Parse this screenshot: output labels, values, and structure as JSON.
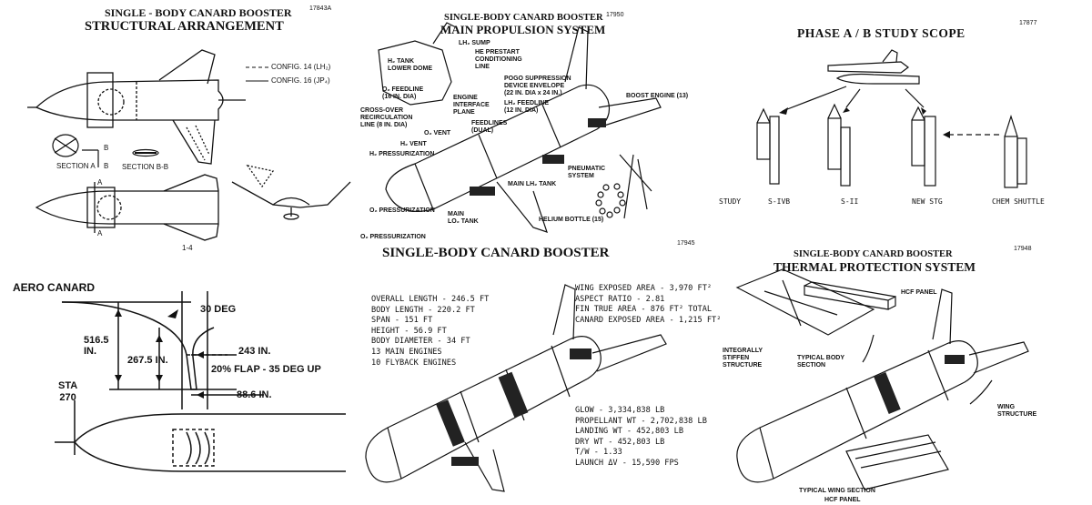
{
  "p1": {
    "title1": "SINGLE - BODY CANARD BOOSTER",
    "title2": "STRUCTURAL ARRANGEMENT",
    "code": "17843A",
    "legend_dashed": "CONFIG. 14 (LH₂)",
    "legend_solid": "CONFIG. 16 (JP₄)",
    "section_a": "SECTION A",
    "section_bb": "SECTION B-B",
    "mark_b": "B",
    "mark_a": "A",
    "page_num": "1-4"
  },
  "p2": {
    "title1": "SINGLE-BODY CANARD BOOSTER",
    "title2": "MAIN PROPULSION SYSTEM",
    "code": "17950",
    "labels": {
      "lh2_sump": "LH₂ SUMP",
      "he_prestart": "HE PRESTART\nCONDITIONING\nLINE",
      "h2_tank_lower_dome": "H₂ TANK\nLOWER DOME",
      "o2_feedline": "O₂ FEEDLINE\n(16 IN. DIA)",
      "pogo": "POGO SUPPRESSION\nDEVICE ENVELOPE\n(22 IN. DIA x 24 IN.)",
      "engine_interface": "ENGINE\nINTERFACE\nPLANE",
      "lh2_feedline": "LH₂ FEEDLINE\n(12 IN. DIA)",
      "crossover": "CROSS-OVER\nRECIRCULATION\nLINE (8 IN. DIA)",
      "boost_engine": "BOOST ENGINE (13)",
      "feedlines_dual": "FEEDLINES\n(DUAL)",
      "o2_vent": "O₂ VENT",
      "h2_vent": "H₂ VENT",
      "h2_press": "H₂ PRESSURIZATION",
      "pneumatic": "PNEUMATIC\nSYSTEM",
      "main_lh2": "MAIN LH₂ TANK",
      "main_lo2": "MAIN\nLO₂ TANK",
      "o2_press_mid": "O₂ PRESSURIZATION",
      "helium": "HELIUM BOTTLE (15)",
      "o2_press_bottom": "O₂ PRESSURIZATION"
    }
  },
  "p3": {
    "title": "PHASE A / B STUDY SCOPE",
    "code": "17877",
    "labels": [
      "STUDY",
      "S-IVB",
      "S-II",
      "NEW STG",
      "CHEM SHUTTLE"
    ]
  },
  "p4": {
    "title": "AERO CANARD",
    "angle": "30 DEG",
    "dim1": "516.5\nIN.",
    "dim2": "267.5 IN.",
    "dim3": "243 IN.",
    "flap": "20% FLAP - 35 DEG UP",
    "dim4": "88.6 IN.",
    "sta": "STA\n270"
  },
  "p5": {
    "title": "SINGLE-BODY CANARD BOOSTER",
    "code": "17945",
    "left_specs": [
      "OVERALL LENGTH - 246.5 FT",
      "BODY LENGTH - 220.2 FT",
      "SPAN - 151 FT",
      "HEIGHT - 56.9 FT",
      "BODY DIAMETER - 34 FT",
      "13 MAIN ENGINES",
      "10 FLYBACK ENGINES"
    ],
    "right_specs": [
      "WING EXPOSED AREA - 3,970 FT²",
      "ASPECT RATIO - 2.81",
      "FIN TRUE AREA - 876 FT² TOTAL",
      "CANARD EXPOSED AREA - 1,215 FT²"
    ],
    "weights": [
      "GLOW - 3,334,838 LB",
      "PROPELLANT WT - 2,702,838 LB",
      "LANDING WT - 452,803 LB",
      "DRY WT - 452,803 LB",
      "T/W - 1.33",
      "LAUNCH ΔV - 15,590 FPS"
    ]
  },
  "p6": {
    "title1": "SINGLE-BODY CANARD BOOSTER",
    "title2": "THERMAL PROTECTION SYSTEM",
    "code": "17948",
    "hcf_top": "HCF PANEL",
    "integrally": "INTEGRALLY\nSTIFFEN\nSTRUCTURE",
    "typical_body": "TYPICAL BODY\nSECTION",
    "wing_structure": "WING\nSTRUCTURE",
    "typical_wing": "TYPICAL WING SECTION",
    "hcf_bottom": "HCF PANEL"
  }
}
